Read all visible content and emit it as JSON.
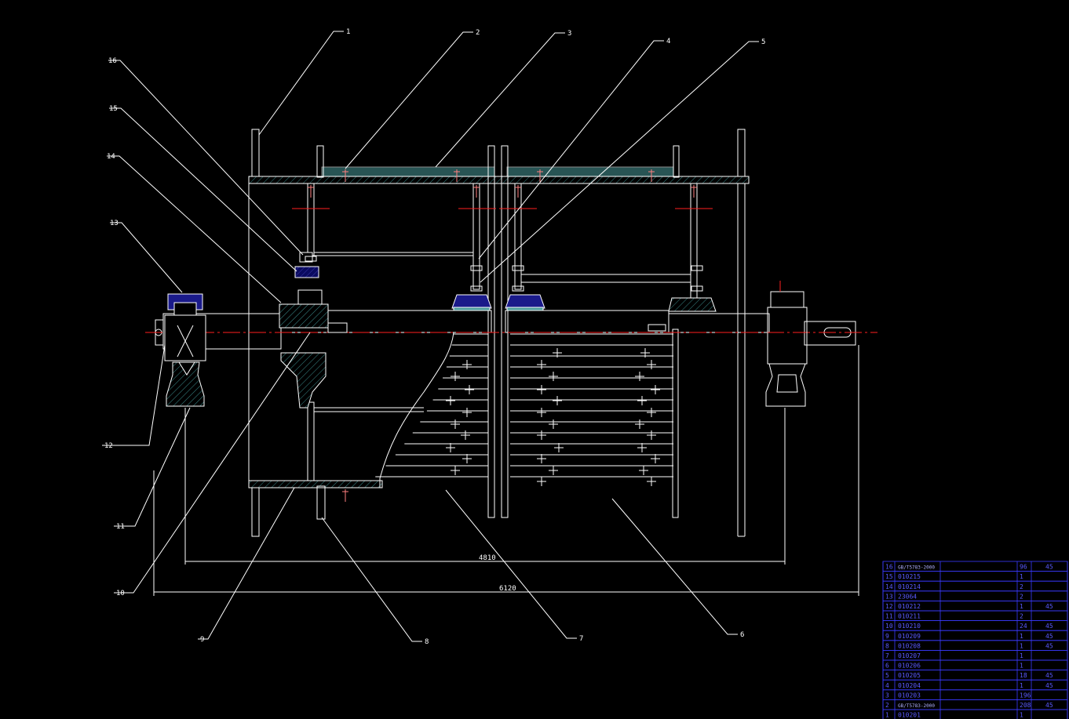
{
  "drawing": {
    "background": "#000000",
    "line_color": "#ffffff",
    "section_color": "#4a9a9a",
    "part_color": "#1a1a8a",
    "centerline_color": "#ff2020",
    "bom_color": "#3a3aff"
  },
  "callouts": [
    {
      "id": "c1",
      "label": "1"
    },
    {
      "id": "c2",
      "label": "2"
    },
    {
      "id": "c3",
      "label": "3"
    },
    {
      "id": "c4",
      "label": "4"
    },
    {
      "id": "c5",
      "label": "5"
    },
    {
      "id": "c6",
      "label": "6"
    },
    {
      "id": "c7",
      "label": "7"
    },
    {
      "id": "c8",
      "label": "8"
    },
    {
      "id": "c9",
      "label": "9"
    },
    {
      "id": "c10",
      "label": "10"
    },
    {
      "id": "c11",
      "label": "11"
    },
    {
      "id": "c12",
      "label": "12"
    },
    {
      "id": "c13",
      "label": "13"
    },
    {
      "id": "c14",
      "label": "14"
    },
    {
      "id": "c15",
      "label": "15"
    },
    {
      "id": "c16",
      "label": "16"
    }
  ],
  "dimensions": {
    "inner": "4810",
    "overall": "6120"
  },
  "bom": {
    "rows": [
      {
        "no": "16",
        "code": "GB/T5783-2000",
        "qty": "96",
        "mat": "45"
      },
      {
        "no": "15",
        "code": "010215",
        "qty": "1",
        "mat": ""
      },
      {
        "no": "14",
        "code": "010214",
        "qty": "2",
        "mat": ""
      },
      {
        "no": "13",
        "code": "23064",
        "qty": "2",
        "mat": ""
      },
      {
        "no": "12",
        "code": "010212",
        "qty": "1",
        "mat": "45"
      },
      {
        "no": "11",
        "code": "010211",
        "qty": "2",
        "mat": ""
      },
      {
        "no": "10",
        "code": "010210",
        "qty": "24",
        "mat": "45"
      },
      {
        "no": "9",
        "code": "010209",
        "qty": "1",
        "mat": "45"
      },
      {
        "no": "8",
        "code": "010208",
        "qty": "1",
        "mat": "45"
      },
      {
        "no": "7",
        "code": "010207",
        "qty": "1",
        "mat": ""
      },
      {
        "no": "6",
        "code": "010206",
        "qty": "1",
        "mat": ""
      },
      {
        "no": "5",
        "code": "010205",
        "qty": "18",
        "mat": "45"
      },
      {
        "no": "4",
        "code": "010204",
        "qty": "1",
        "mat": "45"
      },
      {
        "no": "3",
        "code": "010203",
        "qty": "196",
        "mat": ""
      },
      {
        "no": "2",
        "code": "GB/T5783-2000",
        "qty": "208",
        "mat": "45"
      },
      {
        "no": "1",
        "code": "010201",
        "qty": "1",
        "mat": ""
      }
    ]
  }
}
